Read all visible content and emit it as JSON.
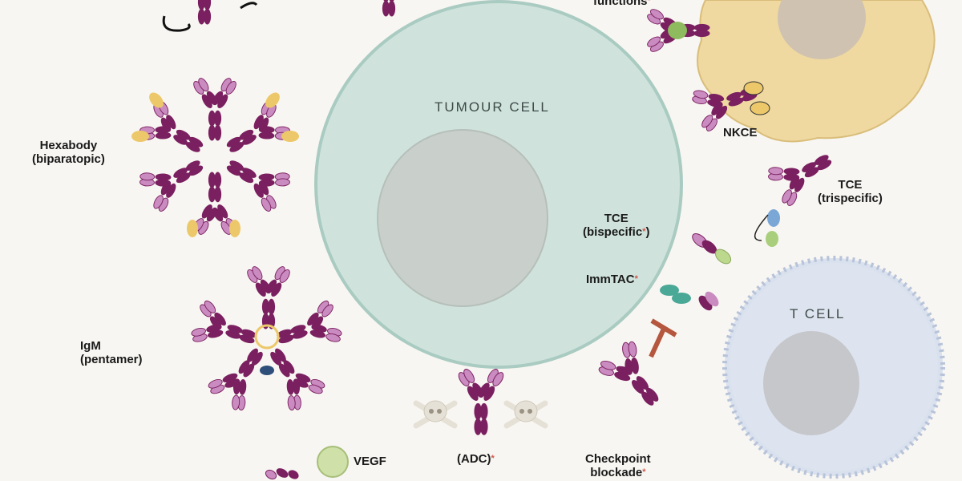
{
  "cells": {
    "tumour": "TUMOUR CELL",
    "t_cell": "T CELL"
  },
  "labels": {
    "functions": "functions",
    "nkce": "NKCE",
    "hexabody_line1": "Hexabody",
    "hexabody_line2": "(biparatopic)",
    "tce_tri_line1": "TCE",
    "tce_tri_line2": "(trispecific)",
    "tce_bi_line1": "TCE",
    "tce_bi_line2": "(bispecific",
    "tce_bi_close": ")",
    "immtac": "ImmTAC",
    "igm_line1": "IgM",
    "igm_line2": "(pentamer)",
    "vegf": "VEGF",
    "adc": "(ADC)",
    "checkpoint_line1": "Checkpoint",
    "checkpoint_line2": "blockade",
    "asterisk": "*"
  },
  "colors": {
    "background": "#f8f6f2",
    "antibody_heavy": "#7a1f5f",
    "antibody_light": "#c98bc0",
    "tumour_cell": "#cfe3dc",
    "nk_cell": "#efd9a0",
    "t_cell": "#d9e1ee",
    "vegf": "#cfe0a8",
    "asterisk": "#d0574c"
  }
}
